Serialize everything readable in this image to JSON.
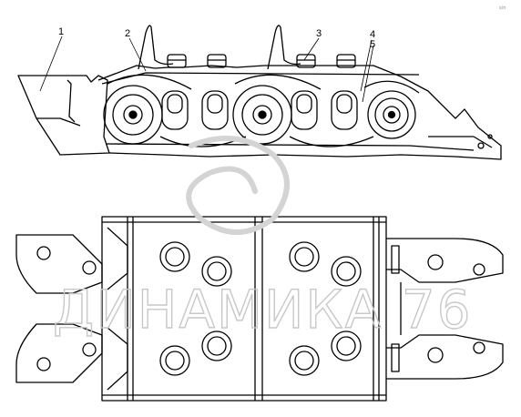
{
  "callouts": [
    {
      "id": "1",
      "text": "1"
    },
    {
      "id": "2",
      "text": "2"
    },
    {
      "id": "3",
      "text": "3"
    },
    {
      "id": "4",
      "text": "4"
    },
    {
      "id": "5",
      "text": "5"
    }
  ],
  "watermark": {
    "text": "ДИНАМИКА 76"
  },
  "corner_code": {
    "text": "s/n"
  }
}
